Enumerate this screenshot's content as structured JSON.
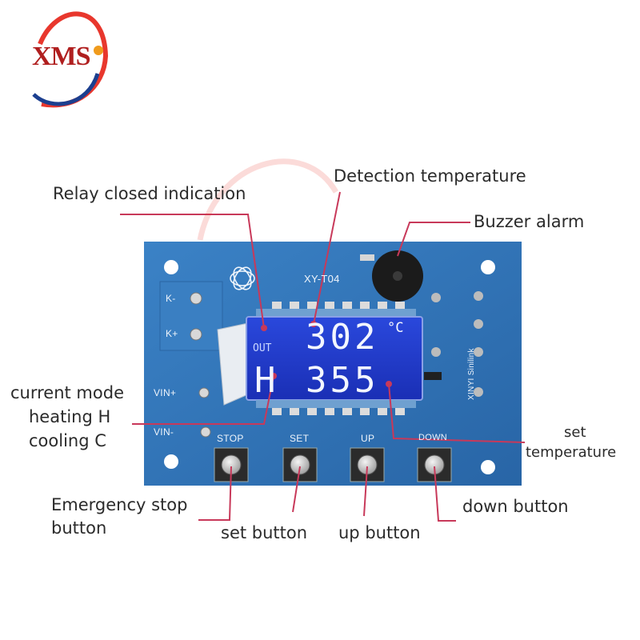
{
  "logo": {
    "text": "XMS",
    "colors": {
      "letters": "#b01f1f",
      "swoosh_outer": "#e8372d",
      "swoosh_inner": "#1c3f8f",
      "dot": "#f09b1c"
    }
  },
  "board": {
    "model": "XY-T04",
    "brand": "XINYI Sinilink",
    "terminals": {
      "k_minus": "K-",
      "k_plus": "K+",
      "vin_plus": "VIN+",
      "vin_minus": "VIN-"
    },
    "buttons": {
      "stop": "STOP",
      "set": "SET",
      "up": "UP",
      "down": "DOWN"
    },
    "colors": {
      "pcb": "#2f73b6",
      "lcd": "#1d35c8",
      "callout_line": "#c8395a"
    }
  },
  "lcd": {
    "out_indicator": "OUT",
    "detection_value": "302",
    "unit": "°C",
    "mode_letter": "H",
    "set_value": "355"
  },
  "callouts": {
    "relay": "Relay closed indication",
    "detection": "Detection temperature",
    "buzzer": "Buzzer alarm",
    "mode_line1": "current mode",
    "mode_line2": "heating H",
    "mode_line3": "cooling C",
    "set_temp_line1": "set",
    "set_temp_line2": "temperature",
    "stop_line1": "Emergency stop",
    "stop_line2": "button",
    "set_button": "set button",
    "up_button": "up button",
    "down_button": "down button"
  }
}
